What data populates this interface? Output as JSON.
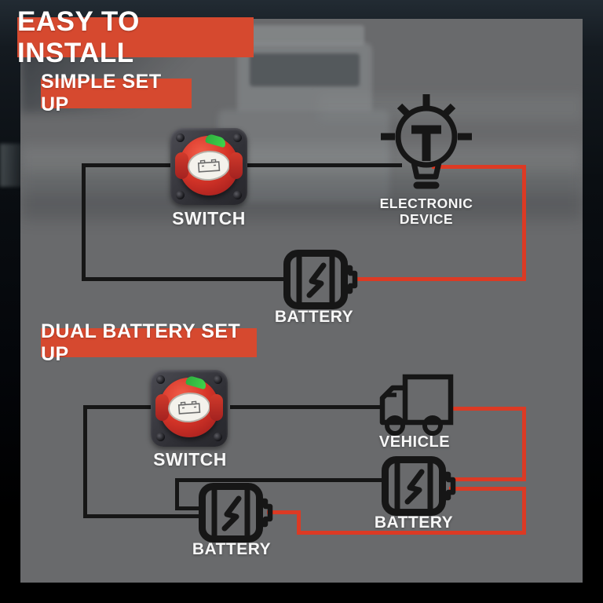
{
  "banners": {
    "title": "EASY TO INSTALL",
    "simple": "SIMPLE SET UP",
    "dual": "DUAL BATTERY SET UP"
  },
  "labels": {
    "switch_simple": "SWITCH",
    "device_line1": "ELECTRONIC",
    "device_line2": "DEVICE",
    "battery_simple": "BATTERY",
    "switch_dual": "SWITCH",
    "vehicle": "VEHICLE",
    "battery_dual_right": "BATTERY",
    "battery_dual_left": "BATTERY"
  },
  "icons": {
    "switch": "battery-disconnect-switch",
    "device": "light-bulb",
    "battery": "battery-with-bolt",
    "vehicle": "truck"
  },
  "colors": {
    "banner-red": "#d6492f",
    "wire-red": "#dc3a24",
    "wire-black": "#161616",
    "panel-gray": "#696a6c",
    "label-white": "#f7f7f7",
    "switch-red": "#d63528",
    "indicator-green": "#3fd24a"
  }
}
